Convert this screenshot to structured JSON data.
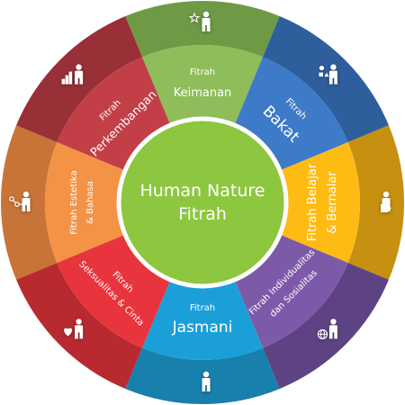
{
  "center": {
    "line1": "Human Nature",
    "line2": "Fitrah",
    "color": "#8dc63f"
  },
  "segments": [
    {
      "key": "keimanan",
      "line1": "Fitrah",
      "line2": "Keimanan",
      "icon": "person-star-icon",
      "inner": "#8fbd5a",
      "outer": "#6e9a45"
    },
    {
      "key": "bakat",
      "line1": "Fitrah",
      "line2": "Bakat",
      "icon": "person-shapes-icon",
      "inner": "#3d7ac8",
      "outer": "#2e5e9c"
    },
    {
      "key": "belajar",
      "line1": "Fitrah Belajar",
      "line2": "& Bernalar",
      "icon": "person-puzzle-icon",
      "inner": "#fdbb14",
      "outer": "#c79010"
    },
    {
      "key": "individualitas",
      "line1": "Fitrah Individualitas",
      "line2": "dan Sosialitas",
      "icon": "person-globe-icon",
      "inner": "#7d5aa8",
      "outer": "#5e4384"
    },
    {
      "key": "jasmani",
      "line1": "Fitrah",
      "line2": "Jasmani",
      "icon": "person-icon",
      "inner": "#1b9fd9",
      "outer": "#1780ad"
    },
    {
      "key": "seksualitas",
      "line1": "Fitrah",
      "line2": "Seksualitas & Cinta",
      "icon": "person-heart-icon",
      "inner": "#e8343c",
      "outer": "#b82a30"
    },
    {
      "key": "estetika",
      "line1": "Fitrah Estetika",
      "line2": "& Bahasa",
      "icon": "person-nodes-icon",
      "inner": "#f49246",
      "outer": "#c87438"
    },
    {
      "key": "perkembangan",
      "line1": "Fitrah",
      "line2": "Perkembangan",
      "icon": "person-steps-icon",
      "inner": "#c23f48",
      "outer": "#993037"
    }
  ]
}
